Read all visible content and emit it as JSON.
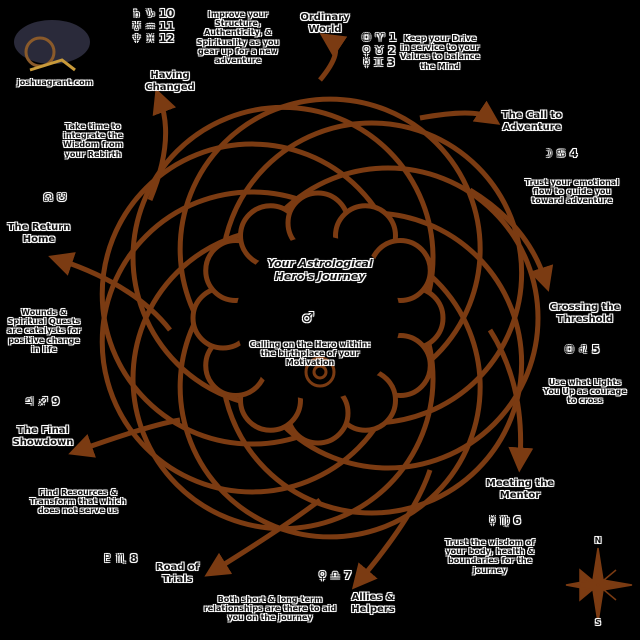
{
  "logo": {
    "text": "joshuagrant.com"
  },
  "center": {
    "title": "Your Astrological Hero's Journey",
    "glyph": "♂",
    "subtitle": "Calling on the Hero within: the birthplace of your Motivation"
  },
  "stages": [
    {
      "id": "ordinary-world",
      "title": "Ordinary World",
      "glyphs": [
        "☉ ♈ 1",
        "♀ ♉ 2",
        "☿ ♊ 3"
      ],
      "note": "Keep your Drive in service to your Values to balance the Mind"
    },
    {
      "id": "call-to-adventure",
      "title": "The Call to Adventure",
      "glyphs": [
        "☽ ♋ 4"
      ],
      "note": "Trust your emotional flow to guide you toward adventure"
    },
    {
      "id": "crossing-threshold",
      "title": "Crossing the Threshold",
      "glyphs": [
        "☉ ♌ 5"
      ],
      "note": "Use what Lights You Up as courage to cross"
    },
    {
      "id": "meeting-mentor",
      "title": "Meeting the Mentor",
      "glyphs": [
        "☿ ♍ 6"
      ],
      "note": "Trust the wisdom of your body, health & boundaries for the journey"
    },
    {
      "id": "allies-helpers",
      "title": "Allies & Helpers",
      "glyphs": [
        "♀ ♎ 7"
      ],
      "note": "Both short & long-term relationships are there to aid you on the journey"
    },
    {
      "id": "road-of-trials",
      "title": "Road of Trials",
      "glyphs": [
        "♇ ♏ 8"
      ],
      "note": "Find Resources & Transform that which does not serve us"
    },
    {
      "id": "final-showdown",
      "title": "The Final Showdown",
      "glyphs": [
        "♃ ♐ 9"
      ],
      "note": "Wounds & Spiritual Quests are catalysts for positive change in life"
    },
    {
      "id": "return-home",
      "title": "The Return Home",
      "glyphs": [
        "☊ ☋"
      ],
      "note": "Take time to integrate the Wisdom from your Rebirth"
    },
    {
      "id": "having-changed",
      "title": "Having Changed",
      "glyphs": [
        "♄ ♑ 10",
        "♅ ♒ 11",
        "♆ ♓ 12"
      ],
      "note": "Improve your Structure, Authenticity, & Spirituality as you gear up for a new adventure"
    }
  ],
  "compass": {
    "north": "N",
    "south": "S"
  },
  "colors": {
    "path": "#7b3b12",
    "background": "#000000"
  }
}
